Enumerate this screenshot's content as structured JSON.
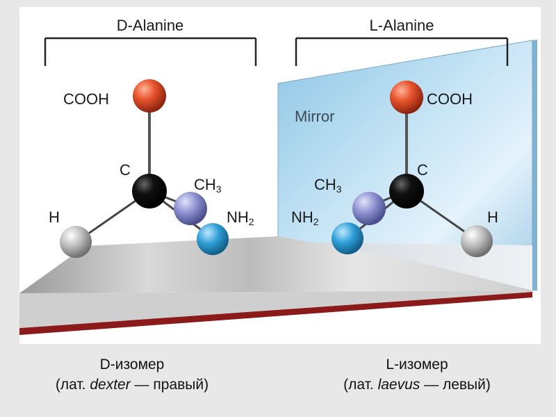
{
  "figure": {
    "left_title": "D-Alanine",
    "right_title": "L-Alanine",
    "mirror_label": "Mirror",
    "left_molecule": {
      "carboxyl": "COOH",
      "carbon": "C",
      "methyl_main": "CH",
      "methyl_sub": "3",
      "amino_main": "NH",
      "amino_sub": "2",
      "hydrogen": "H"
    },
    "right_molecule": {
      "carboxyl": "COOH",
      "carbon": "C",
      "methyl_main": "CH",
      "methyl_sub": "3",
      "amino_main": "NH",
      "amino_sub": "2",
      "hydrogen": "H"
    }
  },
  "captions": {
    "left_line1": "D-изомер",
    "left_prefix": "(лат. ",
    "left_word": "dexter",
    "left_suffix": " — правый)",
    "right_line1": "L-изомер",
    "right_prefix": "(лат. ",
    "right_word": "laevus",
    "right_suffix": " — левый)"
  },
  "colors": {
    "oxygen_atom": "#e8542c",
    "carbon_atom": "#0a0a0a",
    "methyl_atom": "#8b8fcf",
    "amino_atom": "#2f9ed6",
    "hydrogen_atom": "#bdbdbd",
    "mirror": "#a9d3ec",
    "floor_edge": "#8b1a1a"
  }
}
